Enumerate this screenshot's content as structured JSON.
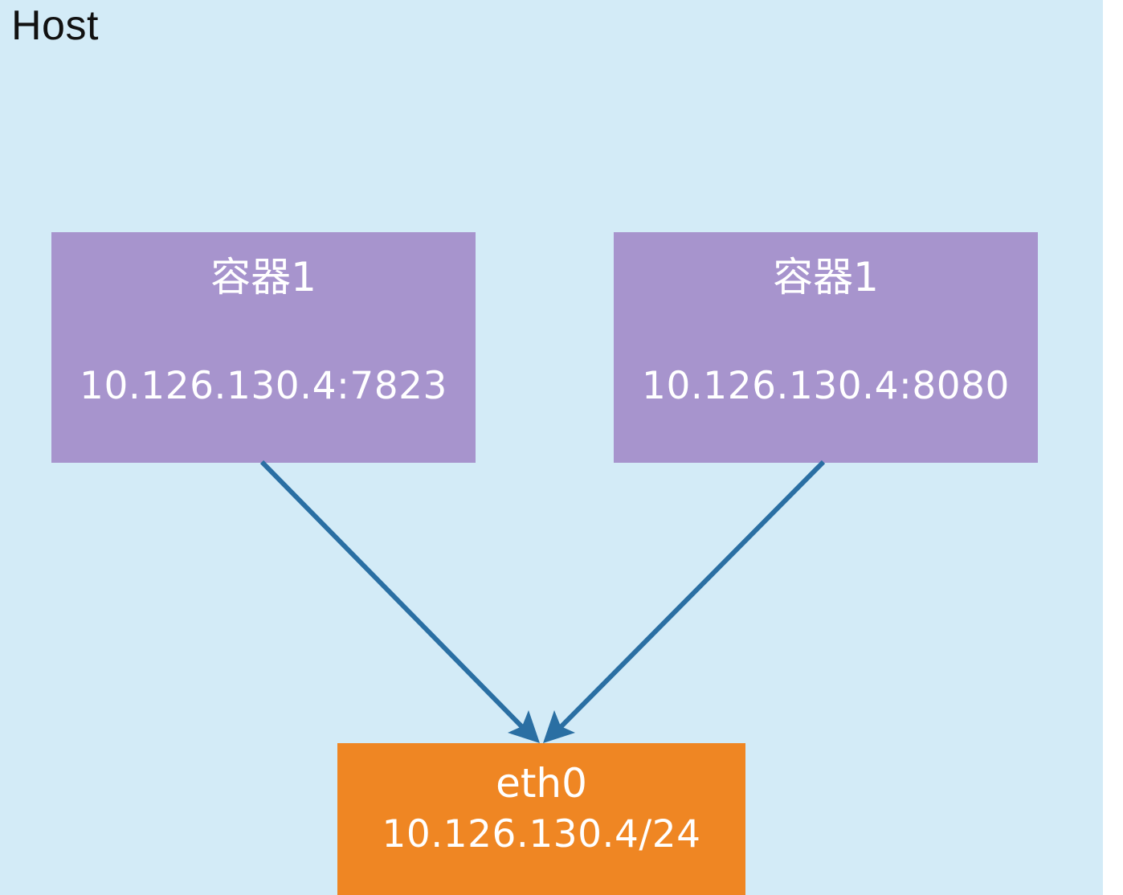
{
  "host": {
    "label": "Host"
  },
  "containers": [
    {
      "name": "容器1",
      "address": "10.126.130.4:7823"
    },
    {
      "name": "容器1",
      "address": "10.126.130.4:8080"
    }
  ],
  "interface": {
    "name": "eth0",
    "address": "10.126.130.4/24"
  },
  "colors": {
    "background": "#d3ebf7",
    "container_fill": "#a794cd",
    "interface_fill": "#ef8623",
    "arrow": "#2a6fa3"
  }
}
